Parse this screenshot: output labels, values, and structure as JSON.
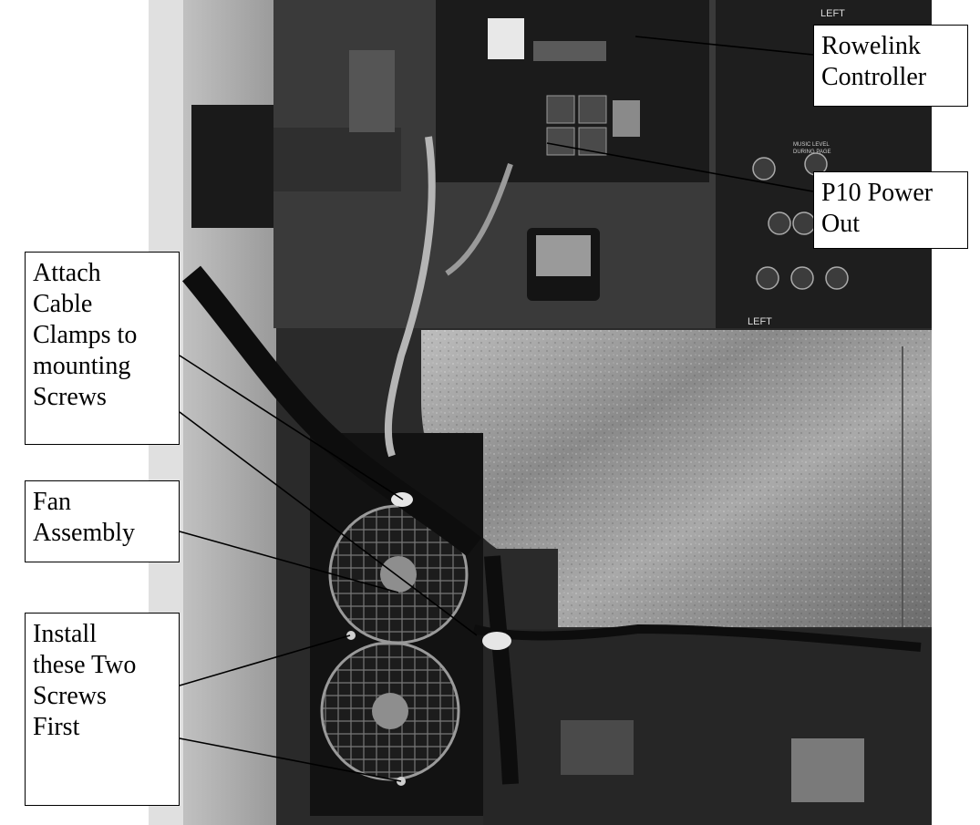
{
  "photo": {
    "subject": "grayscale photo of jukebox cabinet interior with controller board, wiring, metal cover and two cooling fans",
    "tone_dark": "#111111",
    "tone_mid": "#6e6e6e",
    "tone_light": "#d8d8d8"
  },
  "callouts": {
    "rowelink": "Rowelink\nController",
    "p10": "P10 Power\nOut",
    "cable_clamps": "Attach\nCable\nClamps to\nmounting\nScrews",
    "fan": "Fan\nAssembly",
    "screws": "Install\nthese Two\nScrews\nFirst"
  },
  "board_labels": {
    "left_top": "LEFT",
    "left_bottom": "LEFT",
    "music_level": "MUSIC LEVEL",
    "during_page": "DURING PAGE"
  }
}
